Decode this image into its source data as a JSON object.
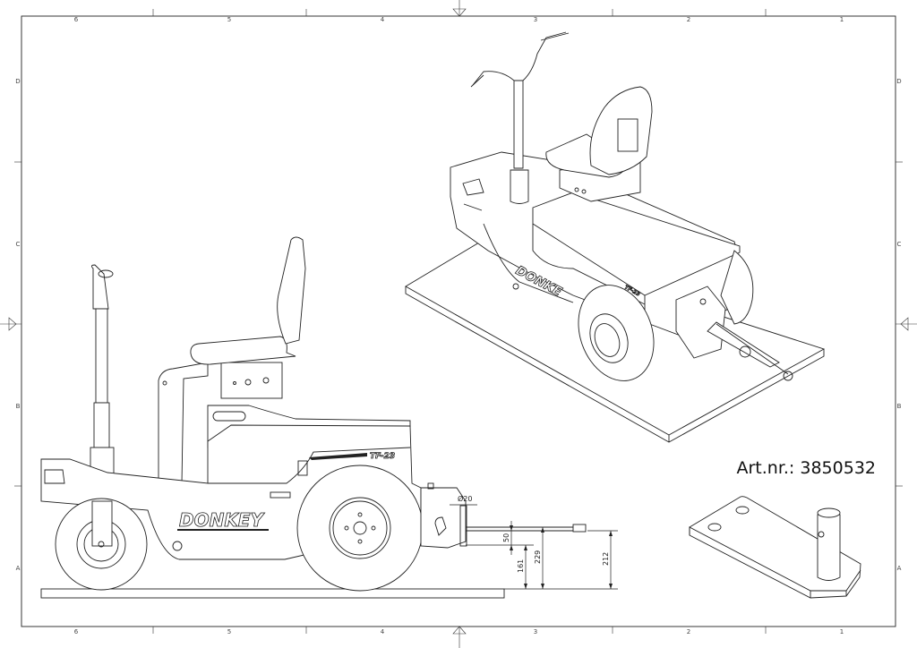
{
  "frame": {
    "columns": [
      "6",
      "5",
      "4",
      "3",
      "2",
      "1"
    ],
    "rows": [
      "D",
      "C",
      "B",
      "A"
    ]
  },
  "side_view": {
    "brand_logo": "DONKEY",
    "model_label": "TF-23"
  },
  "iso_view": {
    "brand_logo": "DONKE",
    "model_label": "TF-23"
  },
  "dimensions": {
    "pin_diameter": "Ø20",
    "offset": "50",
    "height_161": "161",
    "height_229": "229",
    "height_212": "212"
  },
  "article_number": "Art.nr.: 3850532"
}
